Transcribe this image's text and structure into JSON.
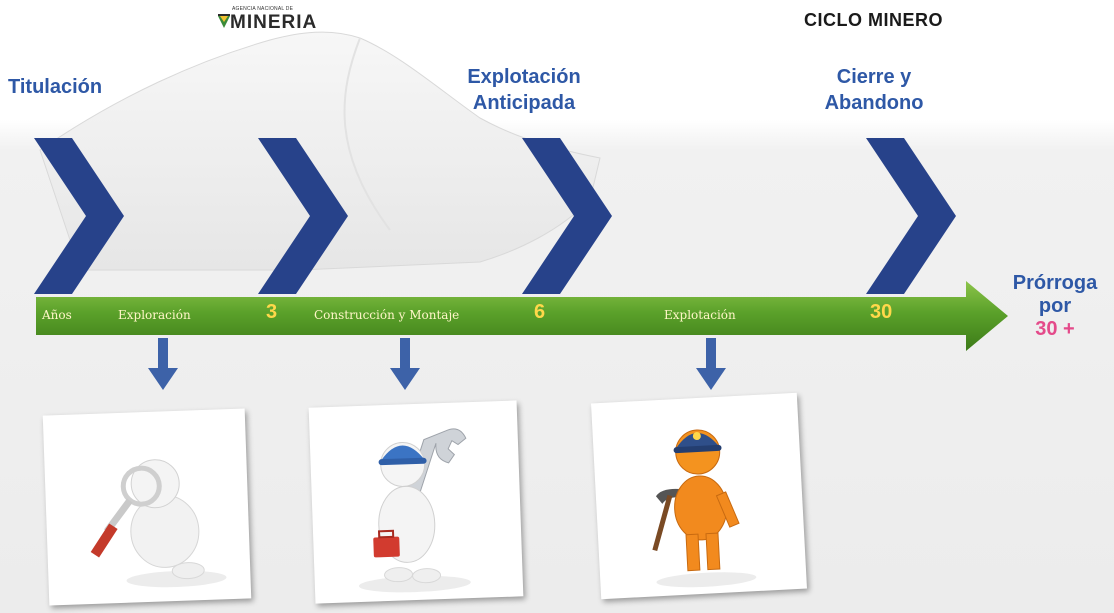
{
  "logo": {
    "small_text": "AGENCIA NACIONAL DE",
    "main_text": "MINERIA"
  },
  "title": "CICLO MINERO",
  "stages": [
    {
      "label_line1": "Titulación",
      "label_line2": ""
    },
    {
      "label_line1": "Explotación",
      "label_line2": "Anticipada"
    },
    {
      "label_line1": "Cierre y",
      "label_line2": "Abandono"
    }
  ],
  "timeline": {
    "start_label": "Años",
    "phases": [
      "Exploración",
      "Construcción y Montaje",
      "Explotación"
    ],
    "year_marks": [
      "3",
      "6",
      "30"
    ],
    "extension": {
      "line1": "Prórroga",
      "line2": "por",
      "line3": "30 +"
    }
  },
  "colors": {
    "chevron": "#27428a",
    "bar_green": "#5ba12a",
    "bar_dark": "#3c7a18",
    "label_blue": "#2e58a6",
    "year_yellow": "#ffd84a",
    "pink": "#e44a8a"
  },
  "illustrations": [
    {
      "icon": "figure-with-magnifying-glass-icon"
    },
    {
      "icon": "figure-with-wrench-and-toolbox-icon"
    },
    {
      "icon": "miner-with-pickaxe-icon"
    }
  ]
}
